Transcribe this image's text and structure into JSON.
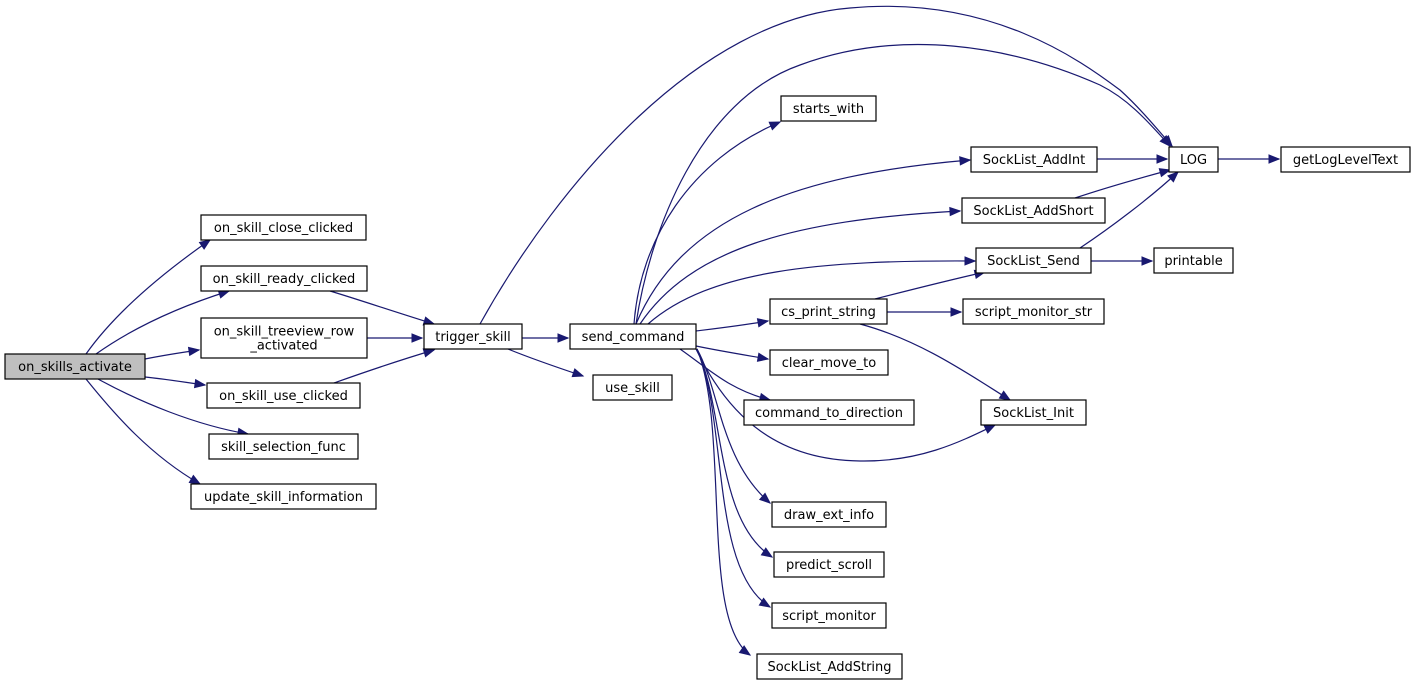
{
  "graph": {
    "root": "on_skills_activate",
    "nodes": {
      "on_skills_activate": [
        "on_skills_activate"
      ],
      "on_skill_close_clicked": [
        "on_skill_close_clicked"
      ],
      "on_skill_ready_clicked": [
        "on_skill_ready_clicked"
      ],
      "on_skill_treeview_row_activated": [
        "on_skill_treeview_row",
        "_activated"
      ],
      "on_skill_use_clicked": [
        "on_skill_use_clicked"
      ],
      "skill_selection_func": [
        "skill_selection_func"
      ],
      "update_skill_information": [
        "update_skill_information"
      ],
      "trigger_skill": [
        "trigger_skill"
      ],
      "send_command": [
        "send_command"
      ],
      "use_skill": [
        "use_skill"
      ],
      "starts_with": [
        "starts_with"
      ],
      "SockList_AddInt": [
        "SockList_AddInt"
      ],
      "SockList_AddShort": [
        "SockList_AddShort"
      ],
      "SockList_Send": [
        "SockList_Send"
      ],
      "cs_print_string": [
        "cs_print_string"
      ],
      "script_monitor_str": [
        "script_monitor_str"
      ],
      "clear_move_to": [
        "clear_move_to"
      ],
      "command_to_direction": [
        "command_to_direction"
      ],
      "SockList_Init": [
        "SockList_Init"
      ],
      "draw_ext_info": [
        "draw_ext_info"
      ],
      "predict_scroll": [
        "predict_scroll"
      ],
      "script_monitor": [
        "script_monitor"
      ],
      "SockList_AddString": [
        "SockList_AddString"
      ],
      "LOG": [
        "LOG"
      ],
      "getLogLevelText": [
        "getLogLevelText"
      ],
      "printable": [
        "printable"
      ]
    },
    "edges": [
      [
        "on_skills_activate",
        "on_skill_close_clicked"
      ],
      [
        "on_skills_activate",
        "on_skill_ready_clicked"
      ],
      [
        "on_skills_activate",
        "on_skill_treeview_row_activated"
      ],
      [
        "on_skills_activate",
        "on_skill_use_clicked"
      ],
      [
        "on_skills_activate",
        "skill_selection_func"
      ],
      [
        "on_skills_activate",
        "update_skill_information"
      ],
      [
        "on_skill_ready_clicked",
        "trigger_skill"
      ],
      [
        "on_skill_treeview_row_activated",
        "trigger_skill"
      ],
      [
        "on_skill_use_clicked",
        "trigger_skill"
      ],
      [
        "trigger_skill",
        "send_command"
      ],
      [
        "trigger_skill",
        "use_skill"
      ],
      [
        "trigger_skill",
        "LOG"
      ],
      [
        "send_command",
        "LOG"
      ],
      [
        "send_command",
        "starts_with"
      ],
      [
        "send_command",
        "SockList_AddInt"
      ],
      [
        "send_command",
        "SockList_AddShort"
      ],
      [
        "send_command",
        "SockList_Send"
      ],
      [
        "send_command",
        "cs_print_string"
      ],
      [
        "send_command",
        "clear_move_to"
      ],
      [
        "send_command",
        "command_to_direction"
      ],
      [
        "send_command",
        "SockList_Init"
      ],
      [
        "send_command",
        "draw_ext_info"
      ],
      [
        "send_command",
        "predict_scroll"
      ],
      [
        "send_command",
        "script_monitor"
      ],
      [
        "send_command",
        "SockList_AddString"
      ],
      [
        "SockList_AddInt",
        "LOG"
      ],
      [
        "SockList_AddShort",
        "LOG"
      ],
      [
        "SockList_Send",
        "LOG"
      ],
      [
        "SockList_Send",
        "printable"
      ],
      [
        "cs_print_string",
        "SockList_Send"
      ],
      [
        "cs_print_string",
        "script_monitor_str"
      ],
      [
        "cs_print_string",
        "SockList_Init"
      ],
      [
        "LOG",
        "getLogLevelText"
      ]
    ]
  }
}
